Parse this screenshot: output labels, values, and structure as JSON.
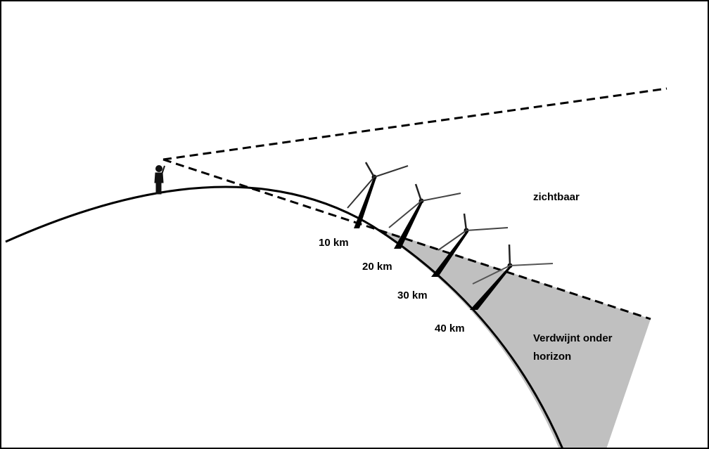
{
  "diagram": {
    "labels": {
      "visible": "zichtbaar",
      "below_horizon_line1": "Verdwijnt onder",
      "below_horizon_line2": "horizon"
    },
    "distances": [
      "10 km",
      "20 km",
      "30 km",
      "40 km"
    ],
    "colors": {
      "hidden_region": "#c0c0c0",
      "lines": "#000000",
      "background": "#ffffff"
    }
  }
}
